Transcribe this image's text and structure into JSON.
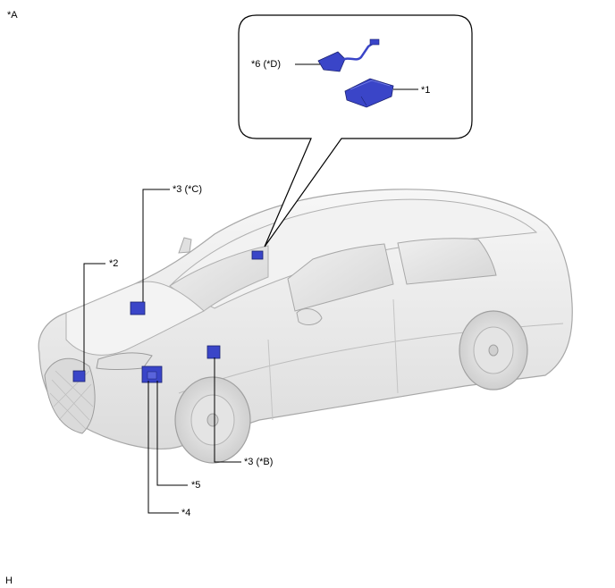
{
  "figure_tag": "*A",
  "footer_tag": "H",
  "callouts": {
    "c1": "*1",
    "c2": "*2",
    "c3c": "*3 (*C)",
    "c3b": "*3 (*B)",
    "c4": "*4",
    "c5": "*5",
    "c6d": "*6 (*D)"
  },
  "colors": {
    "component_blue": "#3a45c8",
    "car_body": "#ebebeb",
    "outline": "#9a9a9a"
  }
}
